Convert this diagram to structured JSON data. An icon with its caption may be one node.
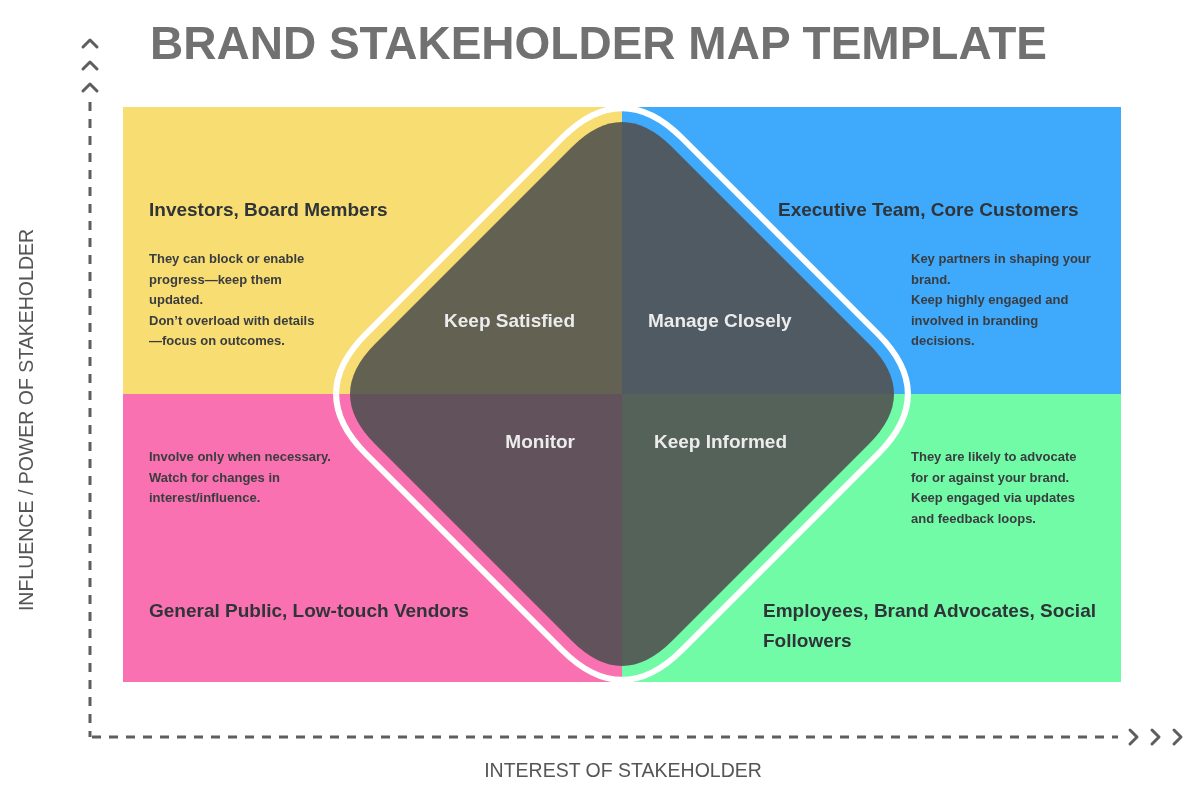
{
  "diagram": {
    "title": "BRAND STAKEHOLDER MAP TEMPLATE",
    "nodes": [
      {
        "text": [
          "Investors, Board Members",
          "They can block or enable progress—keep them updated.",
          "Don’t overload with details—focus on outcomes."
        ]
      },
      {
        "text": [
          "Executive Team, Core Customers",
          "Key partners in shaping your brand.",
          "Keep highly engaged and involved in branding decisions."
        ]
      },
      {
        "text": [
          "Involve only when necessary.",
          "Watch for changes in interest/influence.",
          "General Public, Low-touch Vendors"
        ]
      },
      {
        "text": [
          "They are likely to advocate for or against your brand.",
          "Keep engaged via updates and feedback loops.",
          "Employees, Brand Advocates, Social Followers"
        ]
      },
      {
        "text": [],
        "shape": "diamond"
      },
      {
        "text": [
          "Keep Satisfied"
        ]
      },
      {
        "text": [
          "Manage Closely"
        ]
      },
      {
        "text": [
          "Monitor"
        ]
      },
      {
        "text": [
          "Keep Informed"
        ]
      }
    ],
    "labels": [
      "INFLUENCE / POWER OF STAKEHOLDER",
      "INTEREST OF STAKEHOLDER"
    ]
  }
}
